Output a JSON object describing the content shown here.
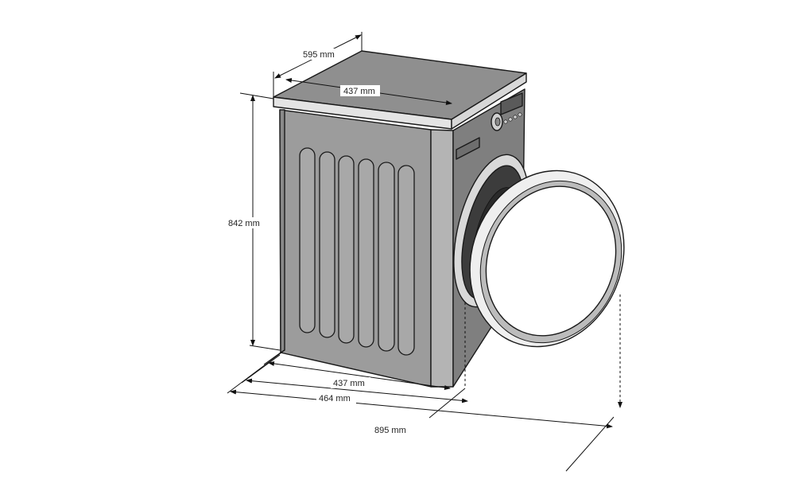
{
  "dimensions": {
    "top_depth": "595 mm",
    "top_width": "437 mm",
    "height": "842 mm",
    "base_width": "437 mm",
    "base_width_with_door_hinge": "464 mm",
    "total_width_door_open": "895 mm"
  },
  "colors": {
    "body": "#9a9a9a",
    "body_dark": "#7c7c7c",
    "top": "#8e8e8e",
    "trim": "#e6e6e6",
    "ring": "#f2f2f2"
  }
}
